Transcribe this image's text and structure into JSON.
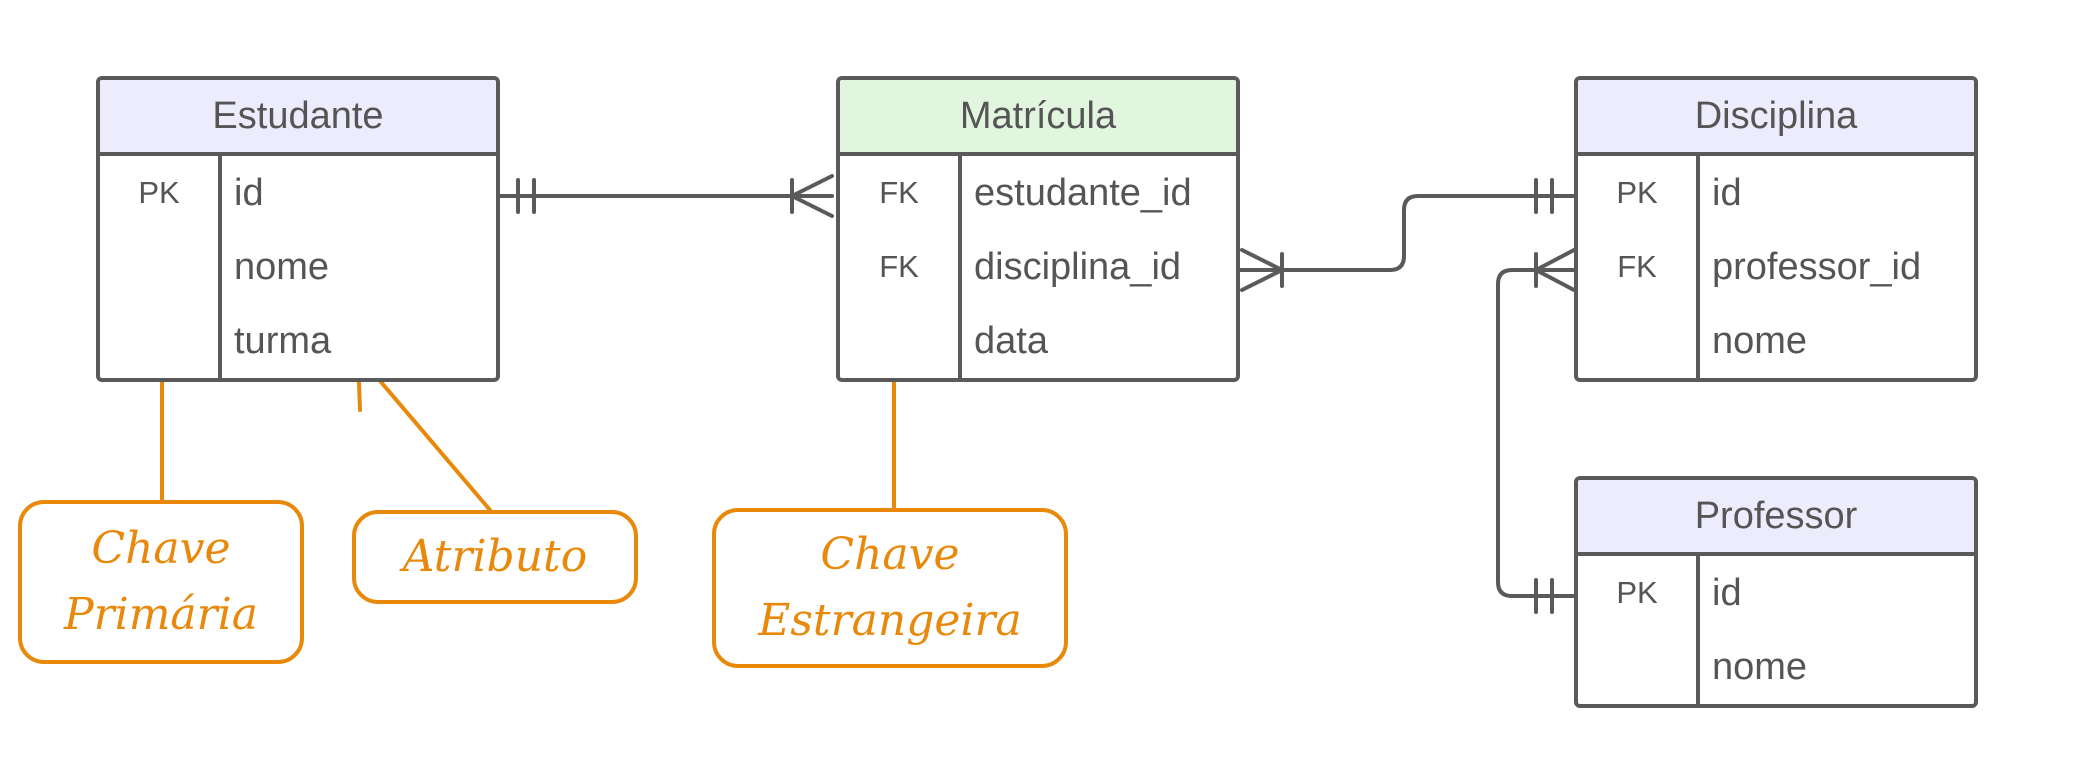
{
  "colors": {
    "border": "#5a5a5a",
    "text": "#555555",
    "header_blue": "#ececfc",
    "header_green": "#e1f5df",
    "annotation": "#e8890c"
  },
  "entities": {
    "estudante": {
      "title": "Estudante",
      "rows": [
        {
          "key": "PK",
          "attr": "id"
        },
        {
          "key": "",
          "attr": "nome"
        },
        {
          "key": "",
          "attr": "turma"
        }
      ]
    },
    "matricula": {
      "title": "Matrícula",
      "rows": [
        {
          "key": "FK",
          "attr": "estudante_id"
        },
        {
          "key": "FK",
          "attr": "disciplina_id"
        },
        {
          "key": "",
          "attr": "data"
        }
      ]
    },
    "disciplina": {
      "title": "Disciplina",
      "rows": [
        {
          "key": "PK",
          "attr": "id"
        },
        {
          "key": "FK",
          "attr": "professor_id"
        },
        {
          "key": "",
          "attr": "nome"
        }
      ]
    },
    "professor": {
      "title": "Professor",
      "rows": [
        {
          "key": "PK",
          "attr": "id"
        },
        {
          "key": "",
          "attr": "nome"
        }
      ]
    }
  },
  "relationships": [
    {
      "from": "Estudante.id",
      "from_cardinality": "exactly-one",
      "to": "Matrícula.estudante_id",
      "to_cardinality": "one-or-many"
    },
    {
      "from": "Disciplina.id",
      "from_cardinality": "exactly-one",
      "to": "Matrícula.disciplina_id",
      "to_cardinality": "one-or-many"
    },
    {
      "from": "Professor.id",
      "from_cardinality": "exactly-one",
      "to": "Disciplina.professor_id",
      "to_cardinality": "one-or-many"
    }
  ],
  "annotations": {
    "chave_primaria": {
      "line1": "Chave",
      "line2": "Primária"
    },
    "atributo": {
      "line1": "Atributo"
    },
    "chave_estrangeira": {
      "line1": "Chave",
      "line2": "Estrangeira"
    }
  }
}
